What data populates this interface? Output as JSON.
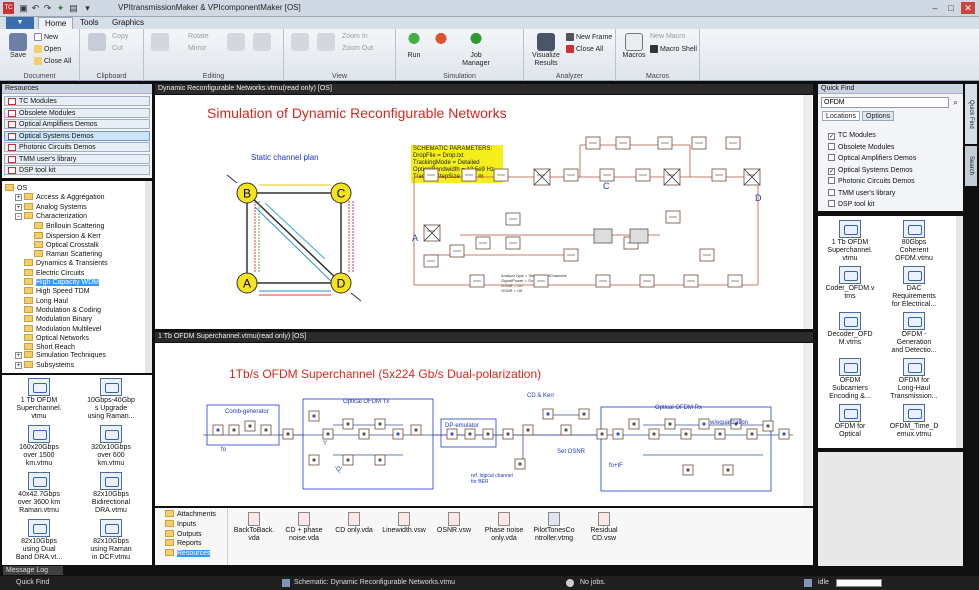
{
  "window": {
    "title": "VPItransmissionMaker & VPIcomponentMaker [OS]",
    "app_badge": "TC",
    "controls": {
      "min": "–",
      "max": "□",
      "close": "✕"
    }
  },
  "tabs": [
    {
      "label": "Home",
      "active": true
    },
    {
      "label": "Tools",
      "active": false
    },
    {
      "label": "Graphics",
      "active": false
    }
  ],
  "ribbon": {
    "document": {
      "label": "Document",
      "save": "Save",
      "new": "New",
      "open": "Open",
      "close_all": "Close All"
    },
    "clipboard": {
      "label": "Clipboard",
      "copy": "Copy",
      "cut": "Cut"
    },
    "editing": {
      "label": "Editing",
      "rotate": "Rotate",
      "mirror": "Mirror"
    },
    "view": {
      "label": "View",
      "zoom_in": "Zoom In",
      "zoom_out": "Zoom Out"
    },
    "simulation": {
      "label": "Simulation",
      "run": "Run",
      "job_manager": "Job\nManager"
    },
    "analyzer": {
      "label": "Analyzer",
      "visualize": "Visualize\nResults",
      "new_frame": "New Frame",
      "close_all": "Close All"
    },
    "macros": {
      "label": "Macros",
      "macros": "Macros",
      "new_macro": "New Macro",
      "macro_shell": "Macro Shell"
    }
  },
  "resources": {
    "header": "Resources",
    "libraries": [
      {
        "label": "TC Modules",
        "selected": false
      },
      {
        "label": "Obsolete Modules",
        "selected": false
      },
      {
        "label": "Optical Amplifiers Demos",
        "selected": false
      },
      {
        "label": "Optical Systems Demos",
        "selected": true
      },
      {
        "label": "Photonic Circuits Demos",
        "selected": false
      },
      {
        "label": "TMM user's library",
        "selected": false
      },
      {
        "label": "DSP tool kit",
        "selected": false
      }
    ],
    "tree": [
      {
        "label": "OS",
        "level": 0,
        "expander": ""
      },
      {
        "label": "Access & Aggregation",
        "level": 1,
        "expander": "+"
      },
      {
        "label": "Analog Systems",
        "level": 1,
        "expander": "+"
      },
      {
        "label": "Characterization",
        "level": 1,
        "expander": "−"
      },
      {
        "label": "Brillouin Scattering",
        "level": 2,
        "expander": ""
      },
      {
        "label": "Dispersion & Kerr",
        "level": 2,
        "expander": ""
      },
      {
        "label": "Optical Crosstalk",
        "level": 2,
        "expander": ""
      },
      {
        "label": "Raman Scattering",
        "level": 2,
        "expander": ""
      },
      {
        "label": "Dynamics & Transients",
        "level": 1,
        "expander": ""
      },
      {
        "label": "Electric Circuits",
        "level": 1,
        "expander": ""
      },
      {
        "label": "High Capacity WDM",
        "level": 1,
        "expander": "",
        "highlight": true
      },
      {
        "label": "High Speed TDM",
        "level": 1,
        "expander": ""
      },
      {
        "label": "Long Haul",
        "level": 1,
        "expander": ""
      },
      {
        "label": "Modulation & Coding",
        "level": 1,
        "expander": ""
      },
      {
        "label": "Modulation Binary",
        "level": 1,
        "expander": ""
      },
      {
        "label": "Modulation Multilevel",
        "level": 1,
        "expander": ""
      },
      {
        "label": "Optical Networks",
        "level": 1,
        "expander": ""
      },
      {
        "label": "Short Reach",
        "level": 1,
        "expander": ""
      },
      {
        "label": "Simulation Techniques",
        "level": 1,
        "expander": "+"
      },
      {
        "label": "Subsystems",
        "level": 1,
        "expander": "+"
      }
    ],
    "files": [
      [
        "1 Tb OFDM",
        "Superchannel.",
        "vtmu"
      ],
      [
        "10Gbps-40Gbp",
        "s Upgrade",
        "using Raman..."
      ],
      [
        "160x20Gbps",
        "over 1500",
        "km.vtmu"
      ],
      [
        "320x10Gbps",
        "over 600",
        "km.vtmu"
      ],
      [
        "40x42.7Gbps",
        "over 3600 km",
        "Raman.vtmu"
      ],
      [
        "82x10Gbps",
        "Bidirectional",
        "DRA.vtmu"
      ],
      [
        "82x10Gbps",
        "using Dual",
        "Band DRA.vt..."
      ],
      [
        "82x10Gbps",
        "using Raman",
        "in DCF.vtmu"
      ]
    ],
    "message_log": "Message Log"
  },
  "top_canvas": {
    "window_title": "Dynamic Reconfigurable Networks.vtmu(read only) [OS]",
    "heading": "Simulation of Dynamic Reconfigurable Networks",
    "channel_plan_label": "Static channel plan",
    "nodes": [
      "B",
      "C",
      "A",
      "D"
    ],
    "node_labels": {
      "A": "A",
      "B": "B",
      "C": "C",
      "D": "D"
    },
    "params_title": "SCHEMATIC PARAMETERS:",
    "params": [
      "DropFile = Drop.txt",
      "TrackingMode = Detailed",
      "OpticalBandwidth = 12.5e9 Hz",
      "TrackingStepSize = 1e4 m"
    ],
    "analyzer_text": [
      "AnalyzeType = StepAroundChannels",
      "SignalPower = On",
      "OSNR = On",
      "OSNR = Off"
    ]
  },
  "bottom_canvas": {
    "window_title": "1 Tb OFDM Superchannel.vtmu(read only) [OS]",
    "heading": "1Tb/s OFDM Superchannel (5x224 Gb/s Dual-polarization)",
    "labels": {
      "comb": "Comb-generator",
      "tx": "Optical OFDM Tx",
      "emulator": "DP-emulator",
      "cdkerr": "CD & Kerr",
      "rx": "Optical OFDM Rx",
      "equal": "w/equalization",
      "osnr": "Set OSNR",
      "ref": "ref. logical channel\nfor BER",
      "i": "'I'",
      "q": "'Q'",
      "fo": "fo",
      "fo_if": "fo+IF"
    },
    "folders": [
      "Attachments",
      "Inputs",
      "Outputs",
      "Reports",
      "Resources"
    ],
    "selected_folder": "Resources",
    "files": [
      [
        "BackToBack.",
        "vda"
      ],
      [
        "CD + phase",
        "noise.vda"
      ],
      [
        "CD only.vda",
        ""
      ],
      [
        "Linewidth.vsw",
        ""
      ],
      [
        "OSNR.vsw",
        ""
      ],
      [
        "Phase noise",
        "only.vda"
      ],
      [
        "PilotTonesCo",
        "ntroller.vtmg"
      ],
      [
        "Residual",
        "CD.vsw"
      ]
    ]
  },
  "quick_find": {
    "header": "Quick Find",
    "search_value": "OFDM",
    "tabs": [
      "Locations",
      "Options"
    ],
    "locations": [
      {
        "label": "TC Modules",
        "checked": true
      },
      {
        "label": "Obsolete Modules",
        "checked": false
      },
      {
        "label": "Optical Amplifiers Demos",
        "checked": false
      },
      {
        "label": "Optical Systems Demos",
        "checked": true
      },
      {
        "label": "Photonic Circuits Demos",
        "checked": false
      },
      {
        "label": "TMM user's library",
        "checked": false
      },
      {
        "label": "DSP tool kit",
        "checked": false
      }
    ],
    "results": [
      [
        "1 Tb OFDM",
        "Superchannel.",
        "vtmu"
      ],
      [
        "80Gbps",
        "Coherent",
        "OFDM.vtmu"
      ],
      [
        "Coder_OFDM.v",
        "tms",
        ""
      ],
      [
        "DAC",
        "Requirements",
        "for Electrical..."
      ],
      [
        "Decoder_OFD",
        "M.vtms",
        ""
      ],
      [
        "OFDM -",
        "Generation",
        "and Detectio..."
      ],
      [
        "OFDM",
        "Subcarriers",
        "Encoding &..."
      ],
      [
        "OFDM for",
        "Long-Haul",
        "Transmission..."
      ],
      [
        "OFDM for",
        "Optical",
        ""
      ],
      [
        "OFDM_Time_D",
        "emux.vtmu",
        ""
      ]
    ],
    "side_tabs": [
      "Quick Find",
      "Search"
    ]
  },
  "status": {
    "left": "Quick Find",
    "center": "Schematic: Dynamic Reconfigurable Networks.vtmu",
    "jobs": "No jobs.",
    "state": "idle"
  },
  "colors": {
    "accent": "#3399ff",
    "title_red": "#d4281e",
    "node_yellow": "#f5e31d"
  }
}
